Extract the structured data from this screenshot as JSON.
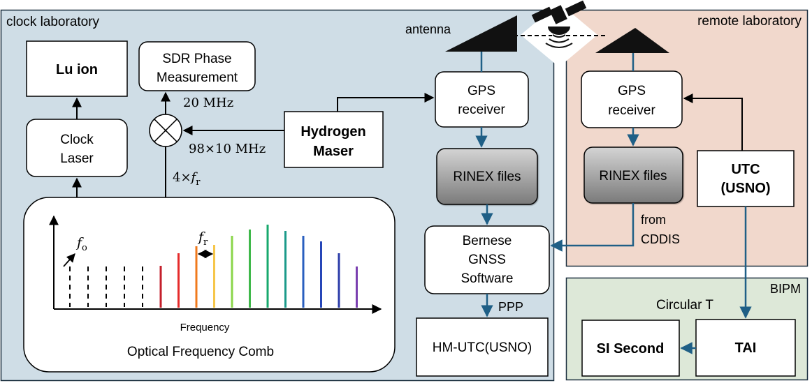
{
  "regions": {
    "clock_lab": "clock laboratory",
    "remote_lab": "remote laboratory",
    "bipm": "BIPM",
    "circular_t": "Circular T"
  },
  "blocks": {
    "lu_ion": "Lu ion",
    "clock_laser_1": "Clock",
    "clock_laser_2": "Laser",
    "sdr_1": "SDR Phase",
    "sdr_2": "Measurement",
    "hm_1": "Hydrogen",
    "hm_2": "Maser",
    "gps_local_1": "GPS",
    "gps_local_2": "receiver",
    "rinex_local": "RINEX files",
    "bernese_1": "Bernese",
    "bernese_2": "GNSS",
    "bernese_3": "Software",
    "hm_utc": "HM-UTC(USNO)",
    "gps_remote_1": "GPS",
    "gps_remote_2": "receiver",
    "rinex_remote": "RINEX files",
    "utc_1": "UTC",
    "utc_2": "(USNO)",
    "si_second": "SI Second",
    "tai": "TAI",
    "comb": "Optical Frequency Comb"
  },
  "labels": {
    "antenna": "antenna",
    "f20": "20 MHz",
    "f98": "98×10 MHz",
    "four_fr_coef": "4×",
    "f_sym": "f",
    "r_sub": "r",
    "o_sub": "o",
    "ppp": "PPP",
    "from": "from",
    "cddis": "CDDIS",
    "frequency": "Frequency"
  },
  "colors": {
    "lab_bg": "#cfdde6",
    "remote_bg": "#f1d8cc",
    "bipm_bg": "#dde8d8",
    "arrow_blue": "#1f5f86",
    "rinex_grad_top": "#d4d4d4",
    "rinex_grad_bottom": "#7a7a7a"
  },
  "comb_teeth_colors": [
    "#c41f2b",
    "#e52b2b",
    "#f07a1c",
    "#f6c64a",
    "#8bd64a",
    "#3fb84a",
    "#17a86d",
    "#1b9a8a",
    "#2a5fbf",
    "#2646b8",
    "#2a3ba8",
    "#7a3fb0"
  ]
}
